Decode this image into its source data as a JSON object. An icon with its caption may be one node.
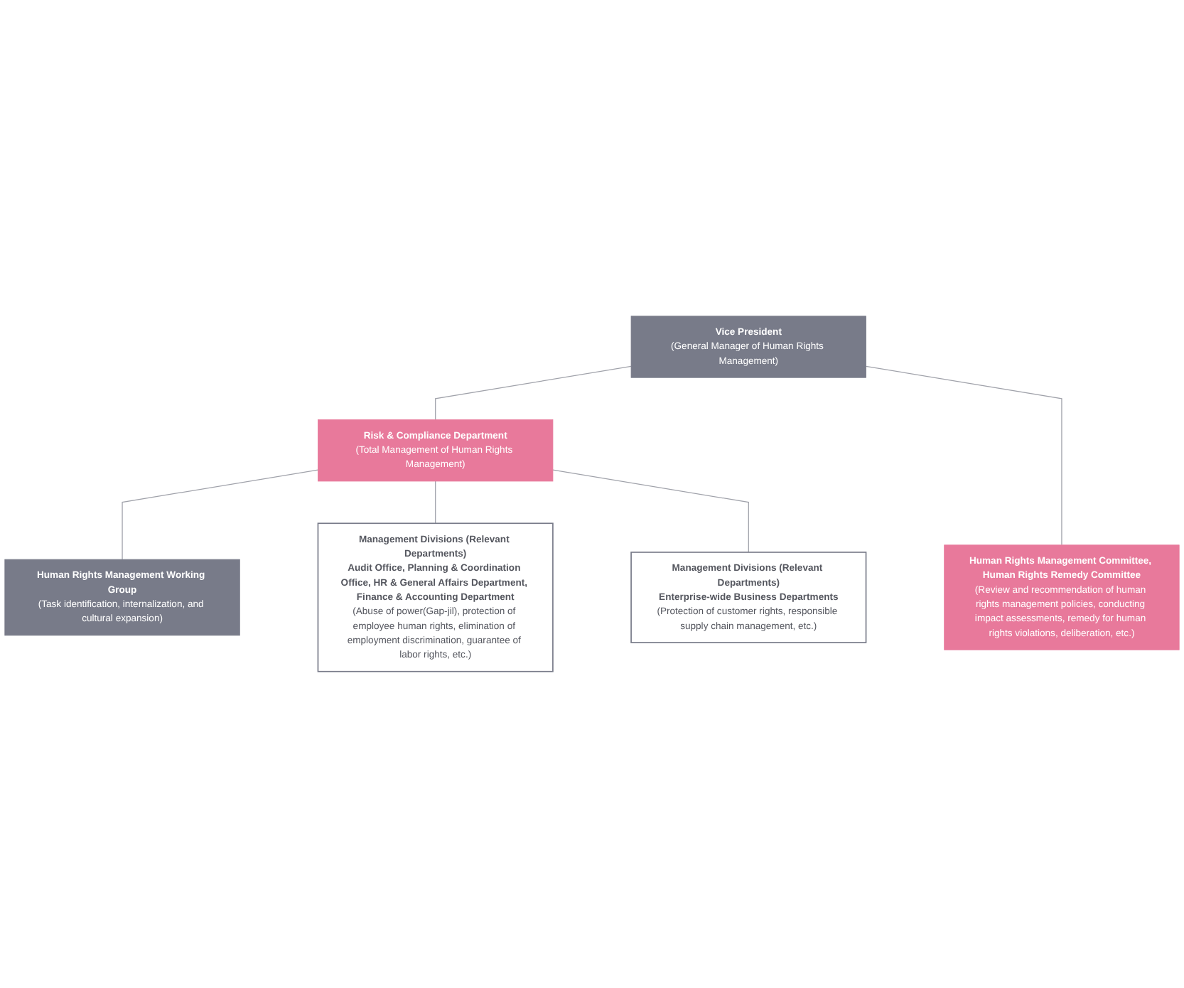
{
  "diagram": {
    "nodes": [
      {
        "text": [
          "Vice President",
          "(General Manager of Human Rights Management)"
        ]
      },
      {
        "text": [
          "Human Rights Management Committee, Human Rights Remedy Committee",
          "(Review and recommendation of human rights management policies, conducting impact assessments, remedy for human rights violations, deliberation, etc.)"
        ]
      },
      {
        "text": [
          "Human Rights Management Working Group",
          "(Task identification, internalization, and cultural expansion)"
        ]
      },
      {
        "text": [
          "Risk & Compliance Department",
          "(Total Management of Human Rights Management)"
        ]
      },
      {
        "text": [
          "Management Divisions (Relevant Departments)",
          "Audit Office, Planning & Coordination Office, HR & General Affairs Department, Finance & Accounting Department",
          "(Abuse of power(Gap-jil), protection of employee human rights, elimination of employment discrimination, guarantee of labor rights, etc.)"
        ]
      },
      {
        "text": [
          "Management Divisions (Relevant Departments)",
          "Enterprise-wide Business Departments",
          "(Protection of customer rights, responsible supply chain management, etc.)"
        ]
      }
    ],
    "edges": [
      {
        "from": 0,
        "to": 3,
        "arrow": "none"
      },
      {
        "from": 0,
        "to": 1,
        "arrow": "none"
      },
      {
        "from": 3,
        "to": 2,
        "arrow": "none"
      },
      {
        "from": 3,
        "to": 4,
        "arrow": "none"
      },
      {
        "from": 3,
        "to": 5,
        "arrow": "none"
      }
    ]
  }
}
